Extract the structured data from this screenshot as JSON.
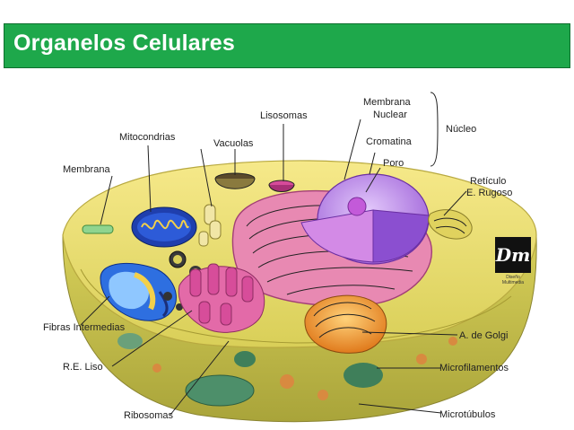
{
  "header": {
    "title": "Organelos Celulares"
  },
  "labels": {
    "membrana": "Membrana",
    "mitocondrias": "Mitocondrias",
    "vacuolas": "Vacuolas",
    "lisosomas": "Lisosomas",
    "membrana_nuclear_1": "Membrana",
    "membrana_nuclear_2": "Nuclear",
    "cromatina": "Cromatina",
    "poro": "Poro",
    "nucleo": "Núcleo",
    "reticulo_1": "Retículo",
    "reticulo_2": "E. Rugoso",
    "fibras": "Fibras Intermedias",
    "re_liso": "R.E. Liso",
    "ribosomas": "Ribosomas",
    "golgi": "A. de Golgi",
    "microfilamentos": "Microfilamentos",
    "microtubulos": "Microtúbulos"
  },
  "logo": {
    "mark": "Dm",
    "caption": "Diseño Multimedia"
  },
  "colors": {
    "header": "#1ea84b",
    "cytoplasm_top": "#f3e27a",
    "cytoplasm_bottom": "#c9c24a",
    "nucleus": "#b985e6",
    "er_rough": "#e889b2",
    "er_smooth": "#d74d9a",
    "mitochondria": "#2d5bd8",
    "golgi": "#f09b2c"
  }
}
